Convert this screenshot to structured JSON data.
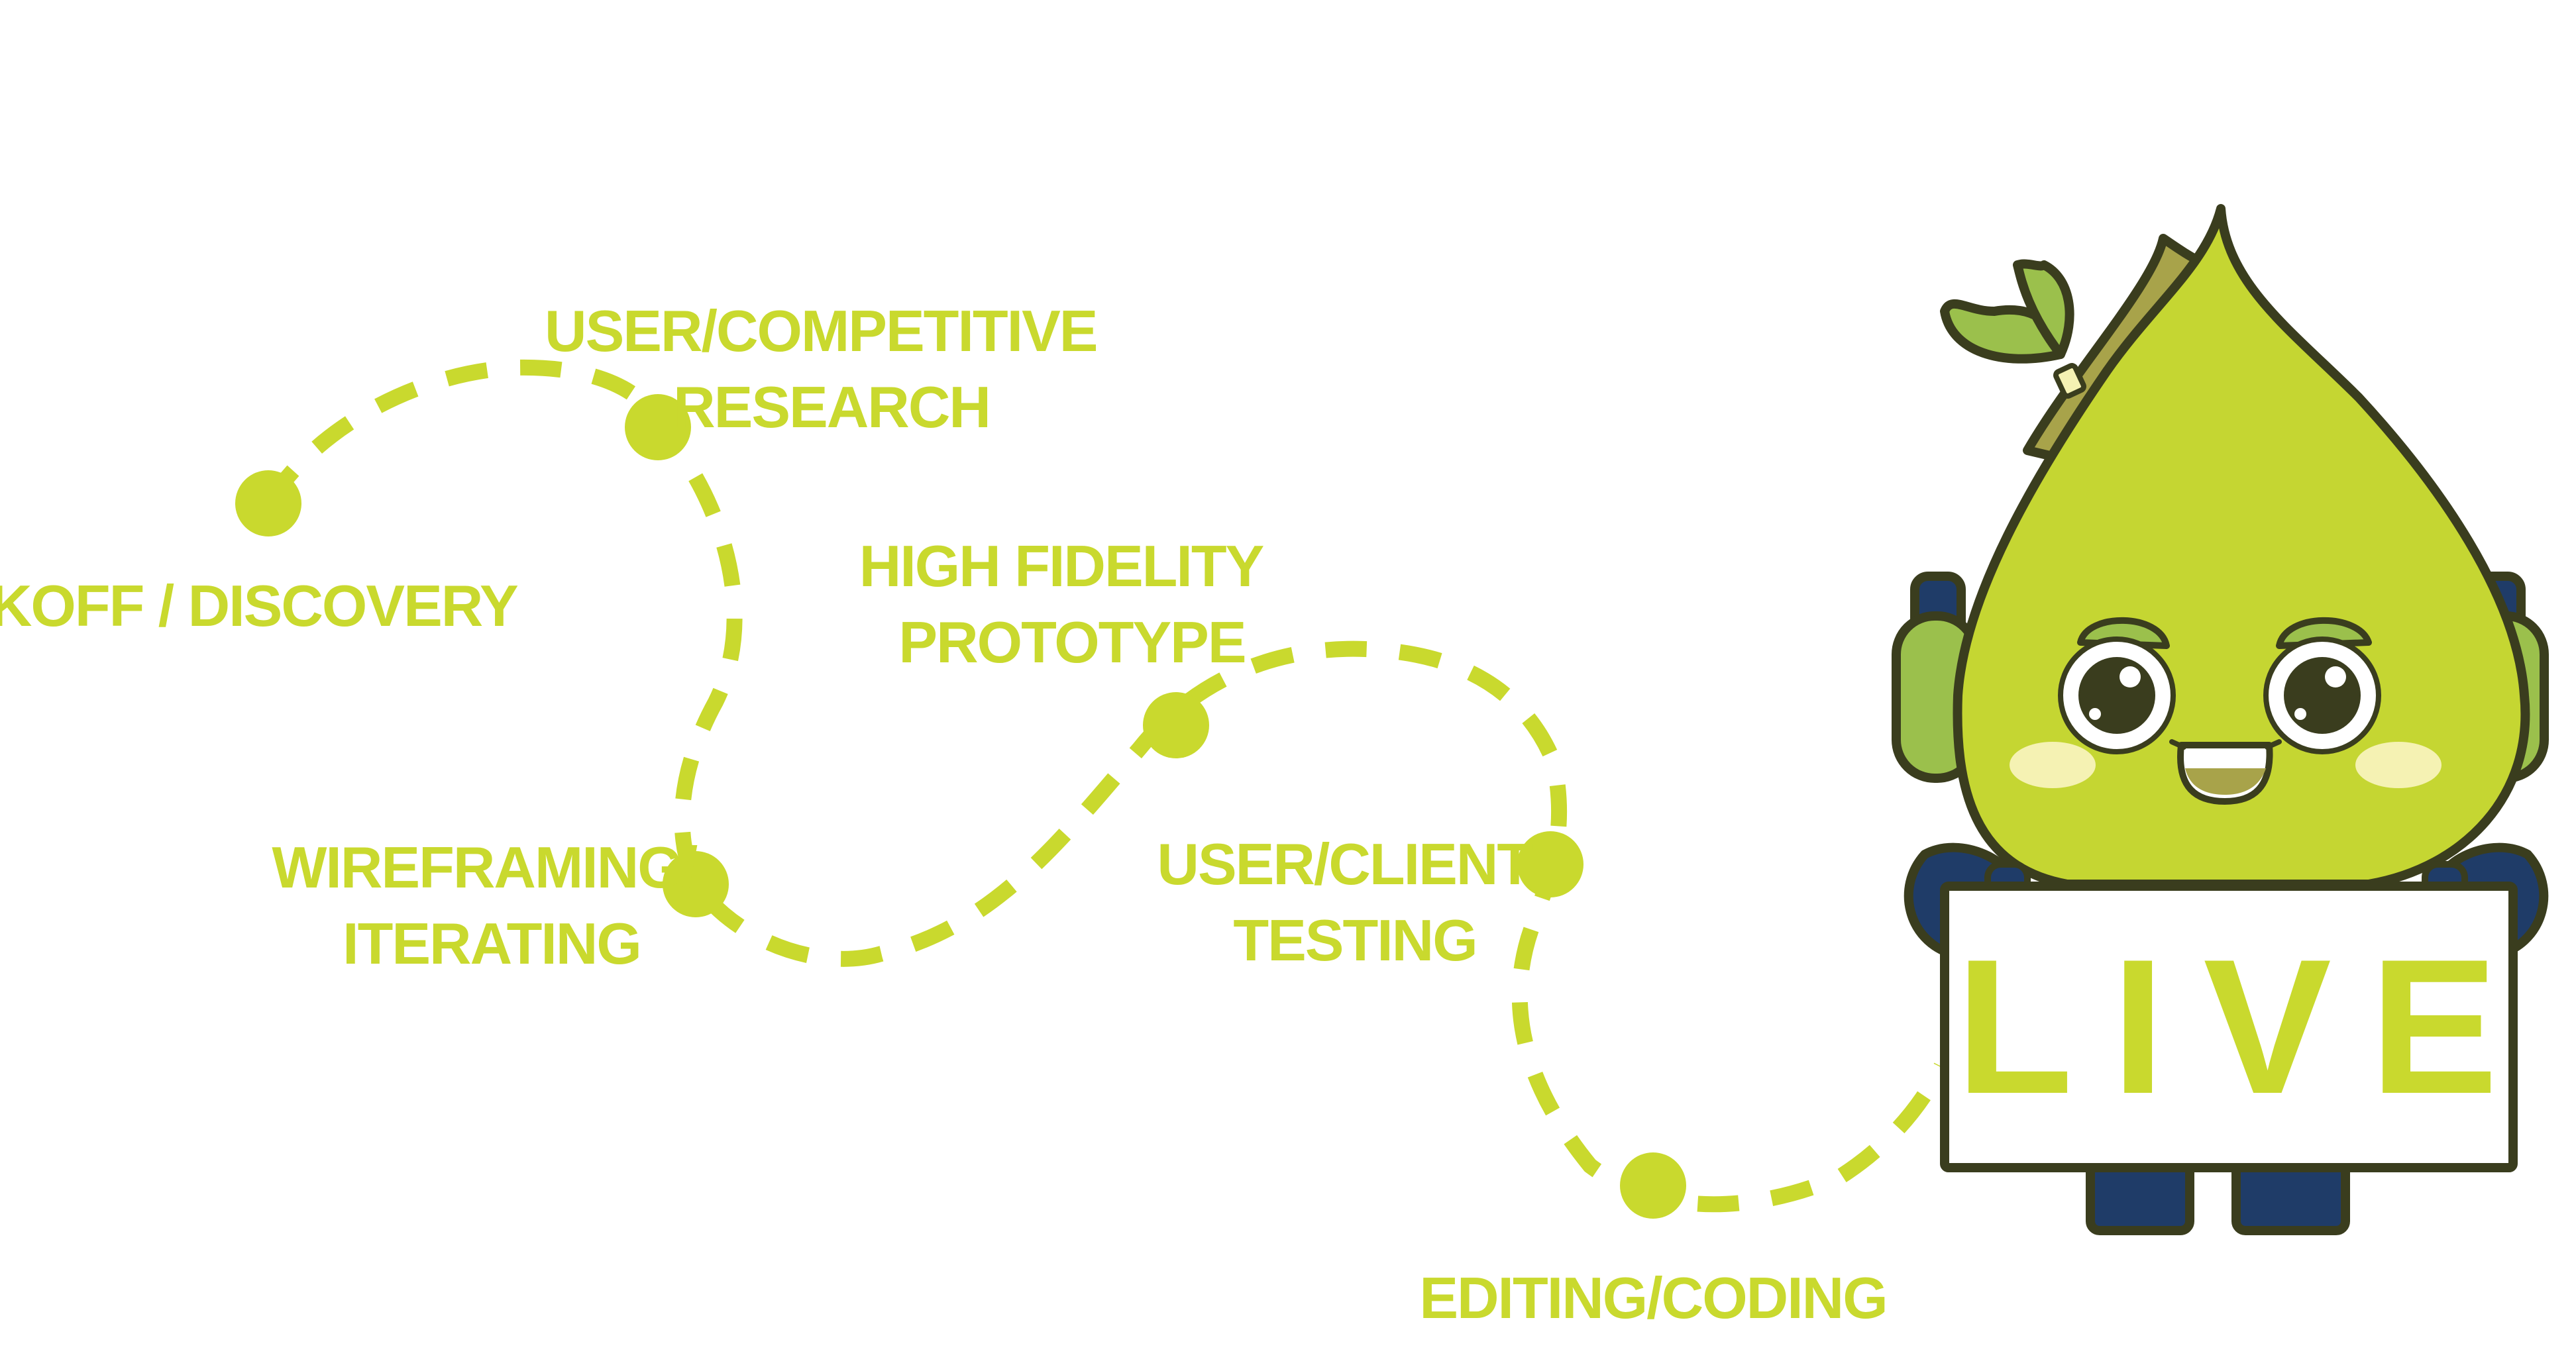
{
  "colors": {
    "accent": "#c9d92e",
    "mascot_body": "#c5d632",
    "mascot_arm": "#9bc04c",
    "leaf": "#9bc04c",
    "stem": "#a8a34a",
    "outline": "#3a3d1e",
    "navy": "#1f3c68",
    "cheek": "#f5f2b3",
    "sign_bg": "#ffffff"
  },
  "stages": [
    {
      "id": "kickoff",
      "lines": [
        "KICKOFF / DISCOVERY"
      ]
    },
    {
      "id": "research",
      "lines": [
        "USER/COMPETITIVE",
        "RESEARCH"
      ]
    },
    {
      "id": "wireframing",
      "lines": [
        "WIREFRAMING/",
        "ITERATING"
      ]
    },
    {
      "id": "prototype",
      "lines": [
        "HIGH FIDELITY",
        "PROTOTYPE"
      ]
    },
    {
      "id": "testing",
      "lines": [
        "USER/CLIENT",
        "TESTING"
      ]
    },
    {
      "id": "coding",
      "lines": [
        "EDITING/CODING"
      ]
    }
  ],
  "sign": {
    "text": "LIVE"
  },
  "mascot": {
    "icon": "leaf-drop-mascot-icon"
  }
}
